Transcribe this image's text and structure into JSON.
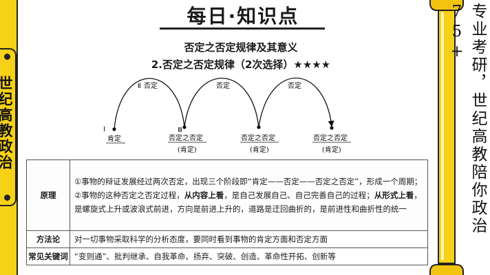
{
  "left_sidebar": {
    "label": "世纪高教政治"
  },
  "right_sidebar": {
    "label": "专业考研，世纪高教陪你政治75+"
  },
  "header": {
    "title": "每日·知识点",
    "subtitle": "否定之否定规律及其意义",
    "section_heading": "2.否定之否定规律（2次选择）★★★★"
  },
  "diagram": {
    "arc_labels": [
      "否定",
      "否定",
      "否定"
    ],
    "nodes": [
      {
        "numeral": "Ⅰ",
        "label": "肯定",
        "sublabel": ""
      },
      {
        "numeral": "Ⅲ",
        "label": "否定之否定",
        "sublabel": "(肯定)"
      },
      {
        "numeral": "",
        "label": "否定之否定",
        "sublabel": "(肯定)"
      },
      {
        "numeral": "",
        "label": "否定之否定",
        "sublabel": "(肯定)"
      }
    ],
    "top_numeral": "Ⅱ"
  },
  "table": {
    "rows": [
      {
        "label": "原理",
        "segments": [
          {
            "text": "①事物的辩证发展经过两次否定，出现三个阶段即“肯定——否定——否定之否定”，形成一个周期；②事物的这种否定之否定过程，",
            "bold": false
          },
          {
            "text": "从内容上看",
            "bold": true
          },
          {
            "text": "，是自己发展自己、自己完善自己的过程；",
            "bold": false
          },
          {
            "text": "从形式上看",
            "bold": true
          },
          {
            "text": "，是螺旋式上升或波浪式前进，方向是前进上升的，道路是迂回曲折的，是前进性和曲折性的统一",
            "bold": false
          }
        ]
      },
      {
        "label": "方法论",
        "segments": [
          {
            "text": "对一切事物采取科学的分析态度，要同时看到事物的肯定方面和否定方面",
            "bold": false
          }
        ]
      },
      {
        "label": "常见关键词",
        "segments": [
          {
            "text": "“变则通”、批判继承、自我革命、扬弃、突破、创造、革命性开拓、创新等",
            "bold": false
          }
        ]
      }
    ]
  }
}
